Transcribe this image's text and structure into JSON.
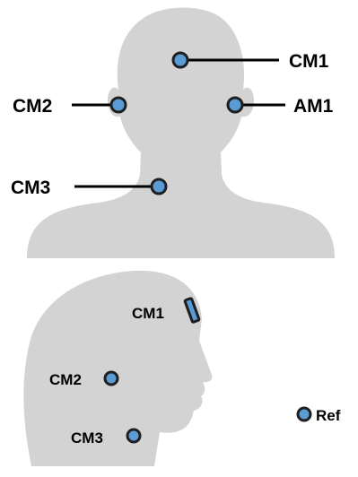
{
  "labels": {
    "front_cm1": "CM1",
    "front_cm2": "CM2",
    "front_am1": "AM1",
    "front_cm3": "CM3",
    "side_cm1": "CM1",
    "side_cm2": "CM2",
    "side_cm3": "CM3",
    "ref": "Ref"
  },
  "colors": {
    "silhouette": "#d3d3d3",
    "electrode_fill": "#5b9bd5",
    "electrode_stroke": "#1f1f1f",
    "line": "#000000"
  }
}
